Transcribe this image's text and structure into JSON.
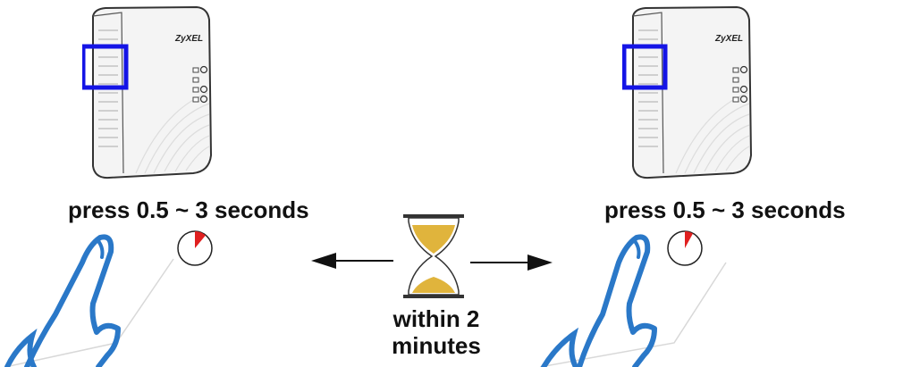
{
  "left_device": {
    "brand": "ZyXEL",
    "instruction": "press 0.5 ~ 3 seconds"
  },
  "right_device": {
    "brand": "ZyXEL",
    "instruction": "press 0.5 ~ 3 seconds"
  },
  "center": {
    "note_line1": "within 2",
    "note_line2": "minutes"
  },
  "colors": {
    "highlight": "#1414e6",
    "sand": "#e0b43c",
    "timer_red": "#e02020",
    "hand": "#2a78c8"
  },
  "icons": [
    "powerline-adapter",
    "highlight-box",
    "timer-icon",
    "hourglass-icon",
    "arrow-left-icon",
    "arrow-right-icon",
    "hand-icon"
  ]
}
